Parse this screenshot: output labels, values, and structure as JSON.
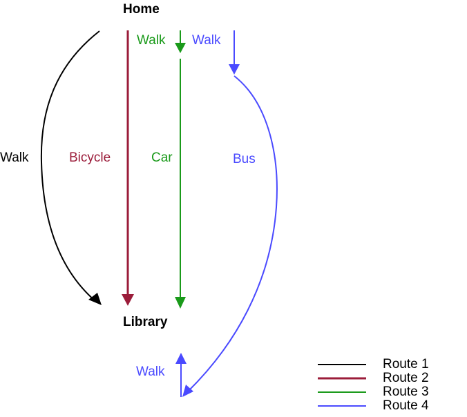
{
  "nodes": {
    "home": "Home",
    "library": "Library"
  },
  "colors": {
    "route1": "#000000",
    "route2": "#9b1c3a",
    "route3": "#1a9a1a",
    "route4": "#4a4aff"
  },
  "edge_labels": {
    "route1_walk": "Walk",
    "route2_bicycle": "Bicycle",
    "route3_walk": "Walk",
    "route3_car": "Car",
    "route4_walk_top": "Walk",
    "route4_bus": "Bus",
    "route4_walk_bottom": "Walk"
  },
  "legend": [
    {
      "label": "Route 1"
    },
    {
      "label": "Route 2"
    },
    {
      "label": "Route 3"
    },
    {
      "label": "Route 4"
    }
  ]
}
